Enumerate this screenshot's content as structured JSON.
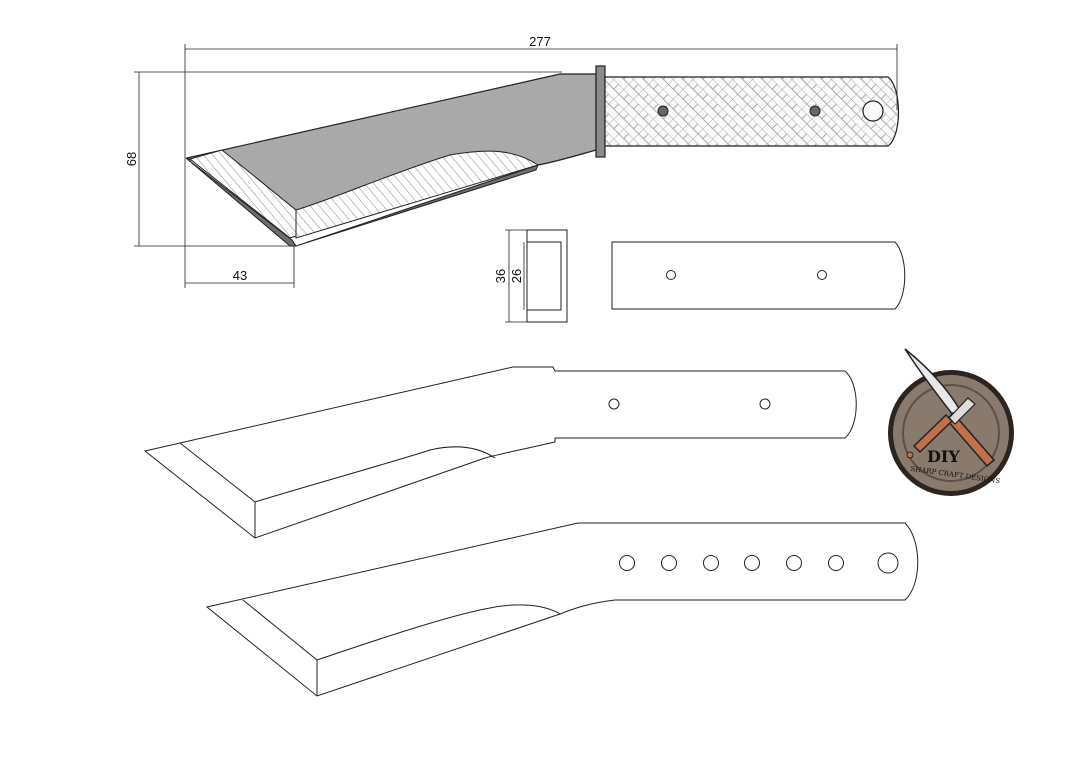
{
  "dimensions": {
    "overall_length": "277",
    "overall_height": "68",
    "tip_length": "43",
    "guard_outer": "36",
    "guard_inner": "26"
  },
  "logo": {
    "title": "DIY",
    "subtitle": "SHARP CRAFT DESIGNS"
  },
  "colors": {
    "blade_gray": "#a9a9a9",
    "bevel_gray": "#6e6e6e",
    "guard_gray": "#8a8a8a",
    "line": "#222222",
    "logo_bronze": "#8a7a6e",
    "handle_wood": "#c0704a"
  },
  "icons": [
    "knife-logo-icon",
    "handle-hole-icon",
    "lanyard-hole-icon"
  ]
}
